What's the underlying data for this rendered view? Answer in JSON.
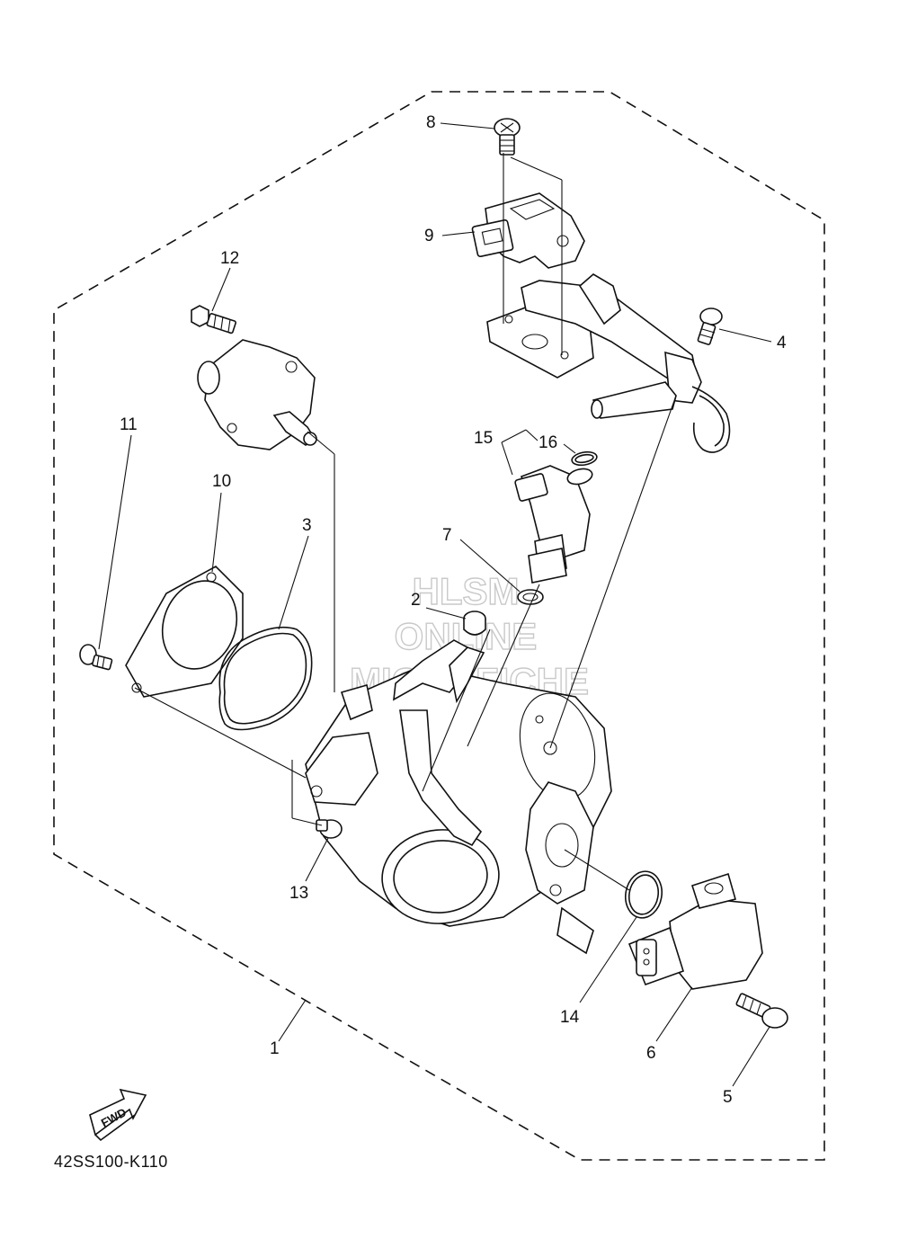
{
  "diagram_code": "42SS100-K110",
  "fwd_label": "FWD",
  "watermark": [
    "HLSM",
    "ONLINE",
    "MICROFICHE"
  ],
  "callouts": [
    {
      "id": "c1",
      "label": "1"
    },
    {
      "id": "c2",
      "label": "2"
    },
    {
      "id": "c3",
      "label": "3"
    },
    {
      "id": "c4",
      "label": "4"
    },
    {
      "id": "c5",
      "label": "5"
    },
    {
      "id": "c6",
      "label": "6"
    },
    {
      "id": "c7",
      "label": "7"
    },
    {
      "id": "c8",
      "label": "8"
    },
    {
      "id": "c9",
      "label": "9"
    },
    {
      "id": "c10",
      "label": "10"
    },
    {
      "id": "c11",
      "label": "11"
    },
    {
      "id": "c12",
      "label": "12"
    },
    {
      "id": "c13",
      "label": "13"
    },
    {
      "id": "c14",
      "label": "14"
    },
    {
      "id": "c15",
      "label": "15"
    },
    {
      "id": "c16",
      "label": "16"
    }
  ]
}
